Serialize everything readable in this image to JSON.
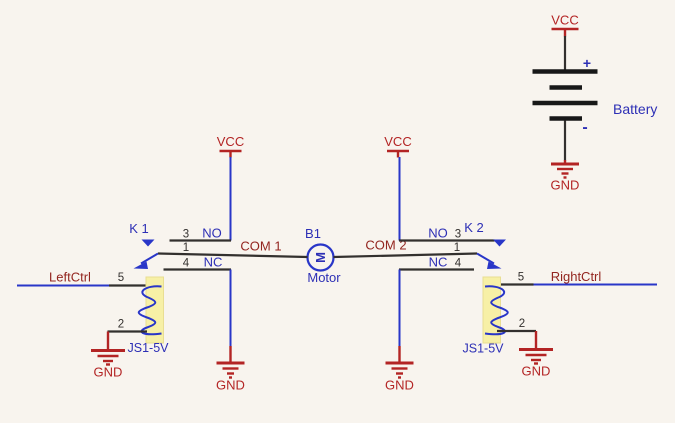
{
  "diagram": {
    "type": "circuit-schematic"
  },
  "colors": {
    "background": "#f8f4ee",
    "wire_blue": "#2936c8",
    "label_blue": "#2d2fb5",
    "supply_red": "#b32424",
    "net_red": "#93251f",
    "pin_dark": "#33302e",
    "highlight_yellow": "#f7f0a6"
  },
  "battery": {
    "label": "Battery",
    "vcc": "VCC",
    "gnd": "GND",
    "plus": "+",
    "minus": "-"
  },
  "motor": {
    "ref": "B1",
    "label": "Motor",
    "glyph": "M"
  },
  "nets": {
    "left": "LeftCtrl",
    "right": "RightCtrl",
    "com1": "COM 1",
    "com2": "COM 2"
  },
  "relay_left": {
    "ref": "K 1",
    "part": "JS1-5V",
    "no_label": "NO",
    "nc_label": "NC",
    "pin_no": "3",
    "pin_com": "1",
    "pin_nc": "4",
    "pin_coil_a": "5",
    "pin_coil_b": "2",
    "vcc": "VCC",
    "gnd_contact": "GND",
    "gnd_coil": "GND"
  },
  "relay_right": {
    "ref": "K 2",
    "part": "JS1-5V",
    "no_label": "NO",
    "nc_label": "NC",
    "pin_no": "3",
    "pin_com": "1",
    "pin_nc": "4",
    "pin_coil_a": "5",
    "pin_coil_b": "2",
    "vcc": "VCC",
    "gnd_contact": "GND",
    "gnd_coil": "GND"
  }
}
